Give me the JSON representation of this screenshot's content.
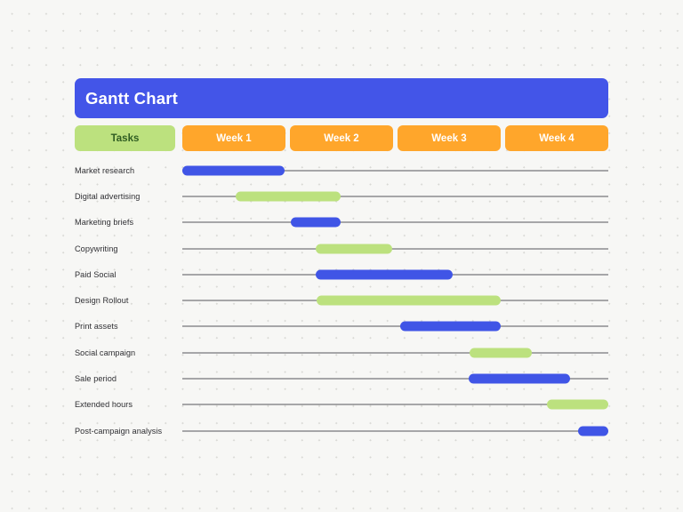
{
  "header": {
    "title": "Gantt Chart"
  },
  "colors": {
    "title_bar": "#4355e8",
    "bar_blue": "#4055e6",
    "bar_green": "#bce17e",
    "week_header": "#ffa62b",
    "tasks_header": "#bce17e",
    "tasks_header_text": "#2f5d22",
    "week_header_text": "#ffffff",
    "background": "#f7f7f5",
    "baseline": "#55555a",
    "label_text": "#2f2f33"
  },
  "table": {
    "tasks_column_label": "Tasks",
    "week_columns": [
      "Week 1",
      "Week 2",
      "Week 3",
      "Week 4"
    ]
  },
  "chart_data": {
    "type": "bar",
    "title": "Gantt Chart",
    "xlabel": "",
    "ylabel": "",
    "categories": [
      "Market research",
      "Digital advertising",
      "Marketing briefs",
      "Copywriting",
      "Paid Social",
      "Design Rollout",
      "Print assets",
      "Social campaign",
      "Sale period",
      "Extended hours",
      "Post-campaign analysis"
    ],
    "x_axis_ticks": [
      "Week 1",
      "Week 2",
      "Week 3",
      "Week 4"
    ],
    "xlim": [
      0,
      4
    ],
    "grid": false,
    "legend": "none",
    "tasks": [
      {
        "name": "Market research",
        "start_week": 0.0,
        "end_week": 0.96,
        "color": "#4055e6"
      },
      {
        "name": "Digital advertising",
        "start_week": 0.5,
        "end_week": 1.49,
        "color": "#bce17e"
      },
      {
        "name": "Marketing briefs",
        "start_week": 1.02,
        "end_week": 1.49,
        "color": "#4055e6"
      },
      {
        "name": "Copywriting",
        "start_week": 1.25,
        "end_week": 1.97,
        "color": "#bce17e"
      },
      {
        "name": "Paid Social",
        "start_week": 1.25,
        "end_week": 2.54,
        "color": "#4055e6"
      },
      {
        "name": "Design Rollout",
        "start_week": 1.26,
        "end_week": 2.99,
        "color": "#bce17e"
      },
      {
        "name": "Print assets",
        "start_week": 2.05,
        "end_week": 2.99,
        "color": "#4055e6"
      },
      {
        "name": "Social campaign",
        "start_week": 2.7,
        "end_week": 3.28,
        "color": "#bce17e"
      },
      {
        "name": "Sale period",
        "start_week": 2.69,
        "end_week": 3.64,
        "color": "#4055e6"
      },
      {
        "name": "Extended hours",
        "start_week": 3.42,
        "end_week": 4.0,
        "color": "#bce17e"
      },
      {
        "name": "Post-campaign analysis",
        "start_week": 3.72,
        "end_week": 4.0,
        "color": "#4055e6"
      }
    ]
  }
}
